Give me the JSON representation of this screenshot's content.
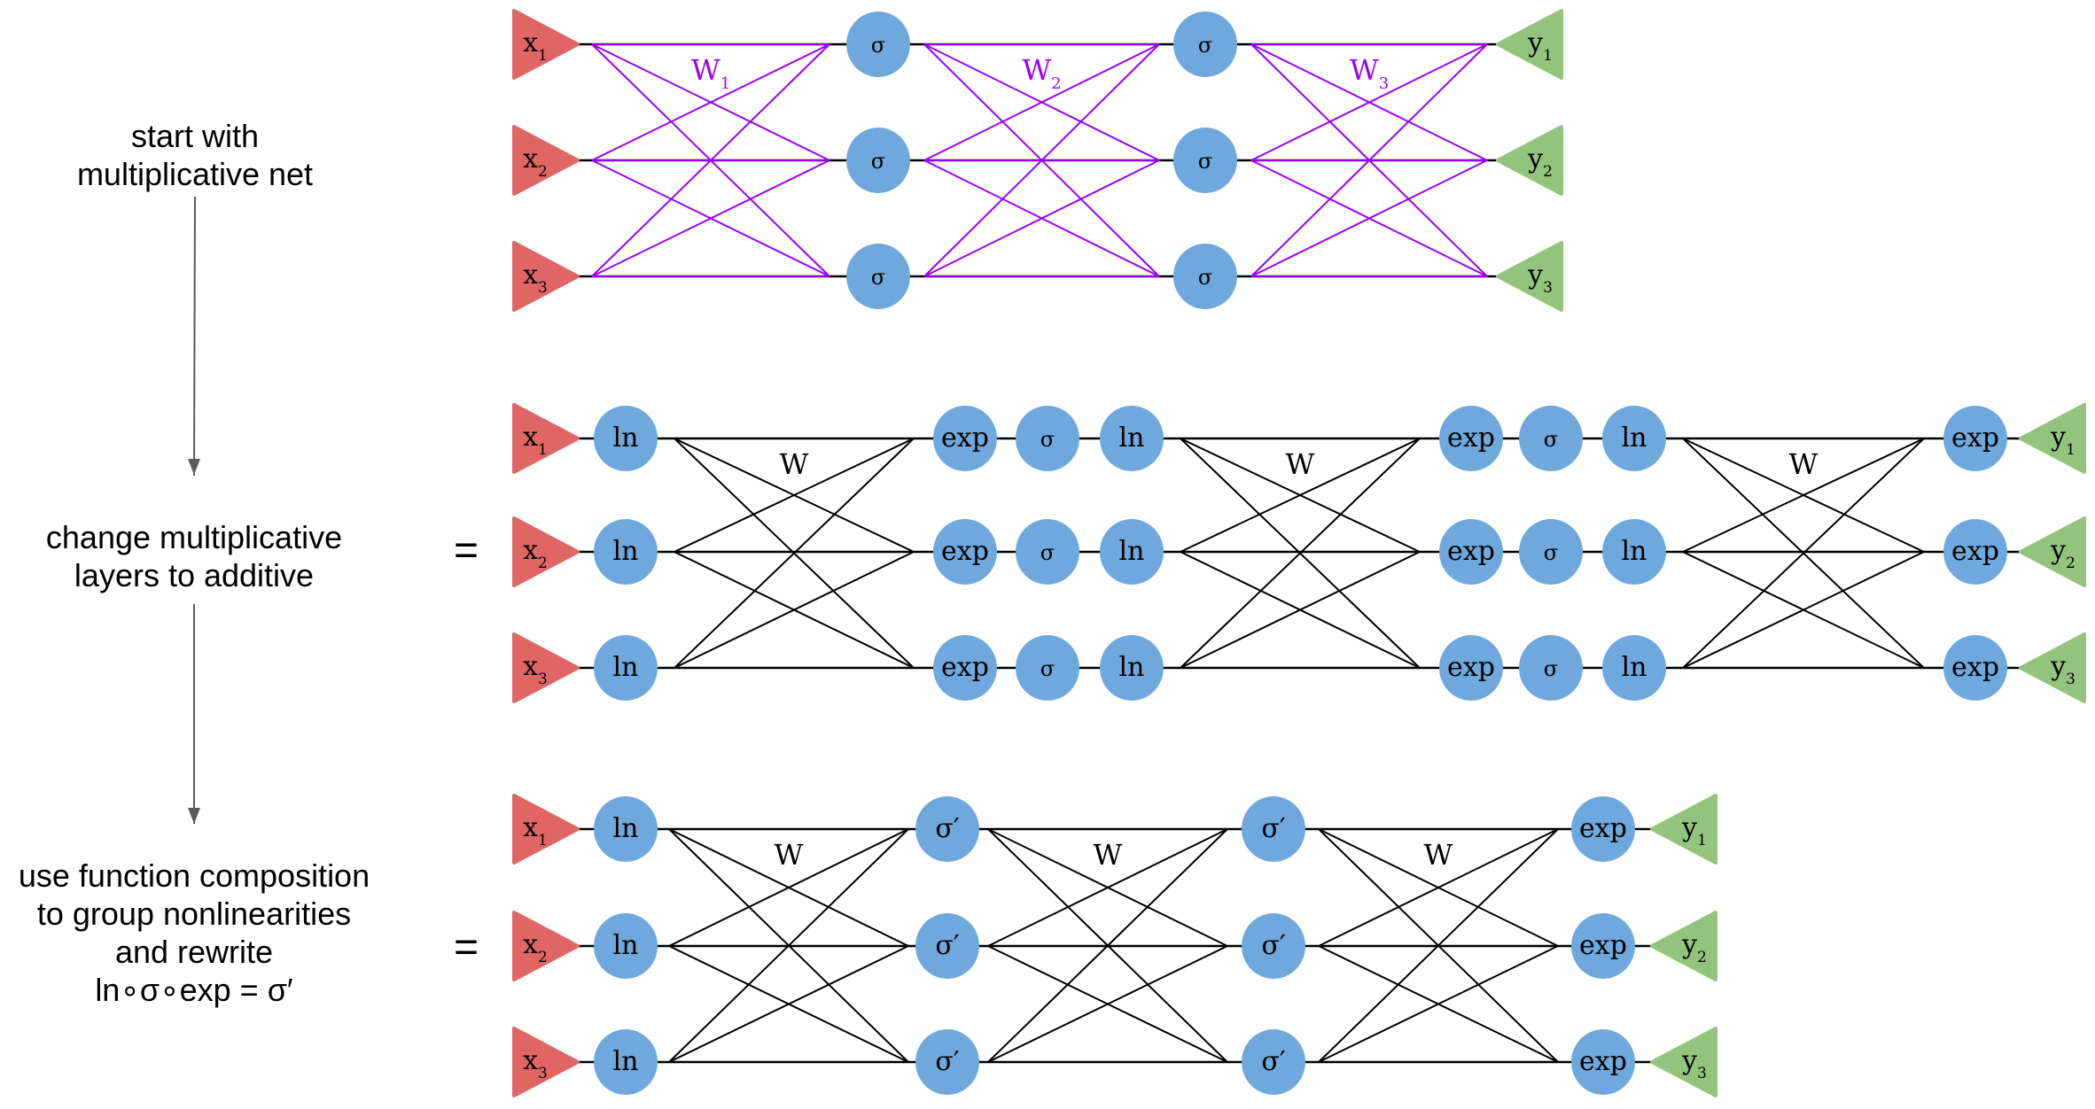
{
  "colors": {
    "input": "#e06666",
    "output": "#93c47d",
    "node": "#6fa8dc",
    "weights_highlight": "#9900ff",
    "edge": "#000000",
    "arrow": "#595959"
  },
  "steps": [
    {
      "lines": [
        "start with",
        "multiplicative net"
      ]
    },
    {
      "lines": [
        "change multiplicative",
        "layers to additive"
      ]
    },
    {
      "lines": [
        "use function composition",
        "to group nonlinearities",
        "and rewrite",
        "ln∘σ∘exp = σ′"
      ]
    }
  ],
  "equals_sign": "=",
  "networks": [
    {
      "name": "multiplicative-net",
      "inputs": [
        {
          "base": "x",
          "sub": "1"
        },
        {
          "base": "x",
          "sub": "2"
        },
        {
          "base": "x",
          "sub": "3"
        }
      ],
      "outputs": [
        {
          "base": "y",
          "sub": "1"
        },
        {
          "base": "y",
          "sub": "2"
        },
        {
          "base": "y",
          "sub": "3"
        }
      ],
      "sequence": [
        {
          "type": "weights",
          "label": "W",
          "sub": "1",
          "highlight": true
        },
        {
          "type": "node",
          "label": "σ"
        },
        {
          "type": "weights",
          "label": "W",
          "sub": "2",
          "highlight": true
        },
        {
          "type": "node",
          "label": "σ"
        },
        {
          "type": "weights",
          "label": "W",
          "sub": "3",
          "highlight": true
        }
      ]
    },
    {
      "name": "additive-net",
      "inputs": [
        {
          "base": "x",
          "sub": "1"
        },
        {
          "base": "x",
          "sub": "2"
        },
        {
          "base": "x",
          "sub": "3"
        }
      ],
      "outputs": [
        {
          "base": "y",
          "sub": "1"
        },
        {
          "base": "y",
          "sub": "2"
        },
        {
          "base": "y",
          "sub": "3"
        }
      ],
      "sequence": [
        {
          "type": "node",
          "label": "ln"
        },
        {
          "type": "weights",
          "label": "W"
        },
        {
          "type": "node",
          "label": "exp"
        },
        {
          "type": "node",
          "label": "σ"
        },
        {
          "type": "node",
          "label": "ln"
        },
        {
          "type": "weights",
          "label": "W"
        },
        {
          "type": "node",
          "label": "exp"
        },
        {
          "type": "node",
          "label": "σ"
        },
        {
          "type": "node",
          "label": "ln"
        },
        {
          "type": "weights",
          "label": "W"
        },
        {
          "type": "node",
          "label": "exp"
        }
      ]
    },
    {
      "name": "composed-net",
      "inputs": [
        {
          "base": "x",
          "sub": "1"
        },
        {
          "base": "x",
          "sub": "2"
        },
        {
          "base": "x",
          "sub": "3"
        }
      ],
      "outputs": [
        {
          "base": "y",
          "sub": "1"
        },
        {
          "base": "y",
          "sub": "2"
        },
        {
          "base": "y",
          "sub": "3"
        }
      ],
      "sequence": [
        {
          "type": "node",
          "label": "ln"
        },
        {
          "type": "weights",
          "label": "W"
        },
        {
          "type": "node",
          "label": "σ′"
        },
        {
          "type": "weights",
          "label": "W"
        },
        {
          "type": "node",
          "label": "σ′"
        },
        {
          "type": "weights",
          "label": "W"
        },
        {
          "type": "node",
          "label": "exp"
        }
      ]
    }
  ]
}
